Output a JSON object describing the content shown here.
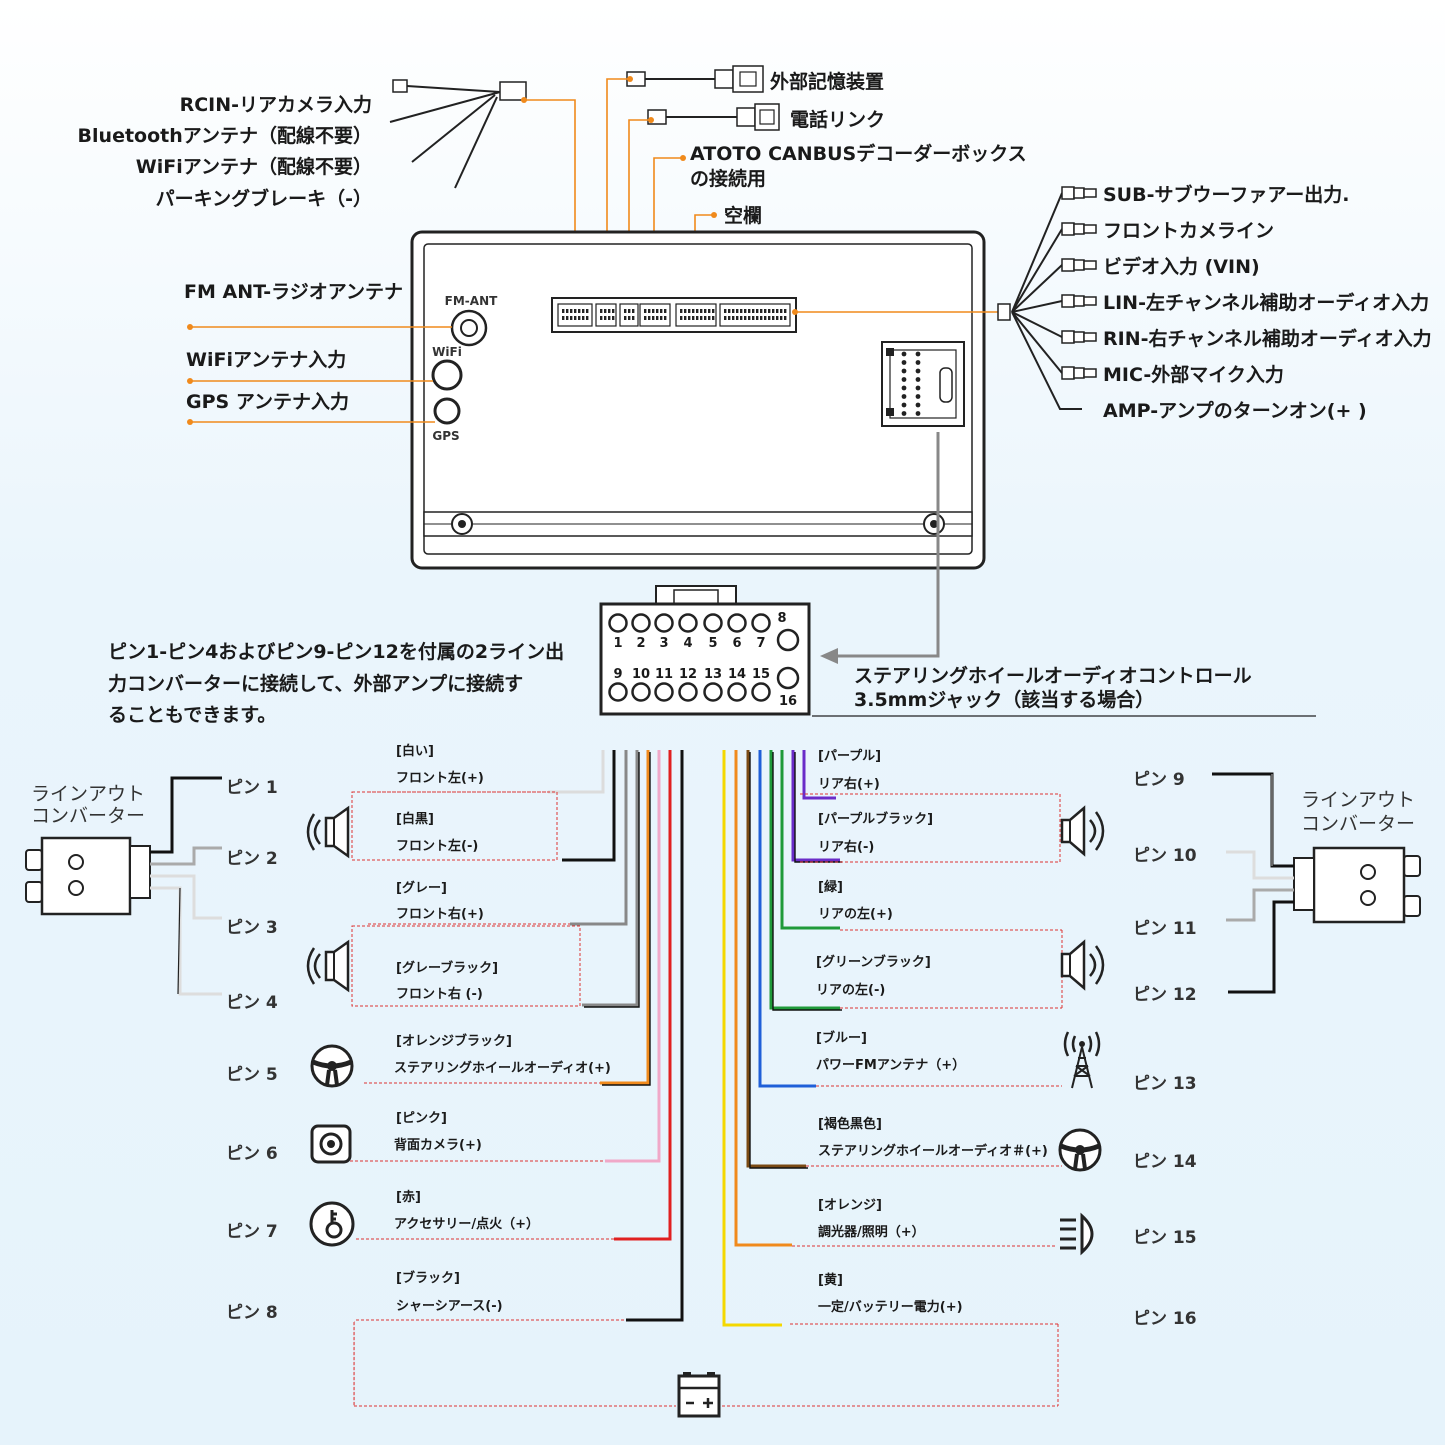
{
  "top_left_labels": [
    "RCIN-リアカメラ入力",
    "Bluetoothアンテナ（配線不要）",
    "WiFiアンテナ（配線不要）",
    "パーキングブレーキ（-）"
  ],
  "top_labels": {
    "storage": "外部記憶装置",
    "phone": "電話リンク",
    "canbus_line1": "ATOTO CANBUSデコーダーボックス",
    "canbus_line2": "の接続用",
    "blank": "空欄"
  },
  "right_rca_labels": [
    "SUB-サブウーファアー出力.",
    "フロントカメライン",
    "ビデオ入力 (VIN)",
    "LIN-左チャンネル補助オーディオ入力",
    "RIN-右チャンネル補助オーディオ入力",
    "MIC-外部マイク入力",
    "AMP-アンプのターンオン(+ )"
  ],
  "left_antenna_labels": [
    "FM ANT-ラジオアンテナ",
    "WiFiアンテナ入力",
    "GPS アンテナ入力"
  ],
  "unit_labels": {
    "fm": "FM-ANT",
    "wifi": "WiFi",
    "gps": "GPS"
  },
  "connector_numbers_top": [
    "1",
    "2",
    "3",
    "4",
    "5",
    "6",
    "7",
    "8"
  ],
  "connector_numbers_bottom": [
    "9",
    "10",
    "11",
    "12",
    "13",
    "14",
    "15",
    "16"
  ],
  "note_lines": [
    "ピン1-ピン4およびピン9-ピン12を付属の2ライン出",
    "力コンバーターに接続して、外部アンプに接続す",
    "ることもできます。"
  ],
  "steering_lines": [
    "ステアリングホイールオーディオコントロール",
    "3.5mmジャック（該当する場合）"
  ],
  "converter_label": [
    "ラインアウト",
    "コンバーター"
  ],
  "left_pins": [
    "ピン 1",
    "ピン 2",
    "ピン 3",
    "ピン 4",
    "ピン 5",
    "ピン 6",
    "ピン 7",
    "ピン 8"
  ],
  "right_pins": [
    "ピン 9",
    "ピン 10",
    "ピン 11",
    "ピン 12",
    "ピン 13",
    "ピン 14",
    "ピン 15",
    "ピン 16"
  ],
  "left_wires": [
    {
      "color": "[白い]",
      "func": "フロント左(+)"
    },
    {
      "color": "[白黒]",
      "func": "フロント左(-)"
    },
    {
      "color": "[グレー]",
      "func": "フロント右(+)"
    },
    {
      "color": "[グレーブラック]",
      "func": "フロント右 (-)"
    },
    {
      "color": "[オレンジブラック]",
      "func": "ステアリングホイールオーディオ(+)"
    },
    {
      "color": "[ピンク]",
      "func": "背面カメラ(+)"
    },
    {
      "color": "[赤]",
      "func": "アクセサリー/点火（+）"
    },
    {
      "color": "[ブラック]",
      "func": "シャーシアース(-)"
    }
  ],
  "right_wires": [
    {
      "color": "[パープル]",
      "func": "リア右(+)"
    },
    {
      "color": "[パープルブラック]",
      "func": "リア右(-)"
    },
    {
      "color": "[緑]",
      "func": "リアの左(+)"
    },
    {
      "color": "[グリーンブラック]",
      "func": "リアの左(-)"
    },
    {
      "color": "[ブルー]",
      "func": "パワーFMアンテナ（+）"
    },
    {
      "color": "[褐色黒色]",
      "func": "ステアリングホイールオーディオ＃(+)"
    },
    {
      "color": "[オレンジ]",
      "func": "調光器/照明（+）"
    },
    {
      "color": "[黄]",
      "func": "一定/バッテリー電力(+)"
    }
  ],
  "colors": {
    "accent": "#f08a1c",
    "white": "#d8d8d8",
    "gray": "#8a8a8a",
    "orange": "#f08a1c",
    "pink": "#f0a8c8",
    "red": "#e02020",
    "black": "#111111",
    "purple": "#6a2cc8",
    "green": "#1f9a3a",
    "blue": "#1f5fd8",
    "brown": "#7a4a14",
    "yellow": "#f4d800"
  },
  "icons": [
    "speaker-icon",
    "steering-wheel-icon",
    "camera-icon",
    "key-icon",
    "antenna-tower-icon",
    "headlight-icon",
    "battery-icon"
  ]
}
